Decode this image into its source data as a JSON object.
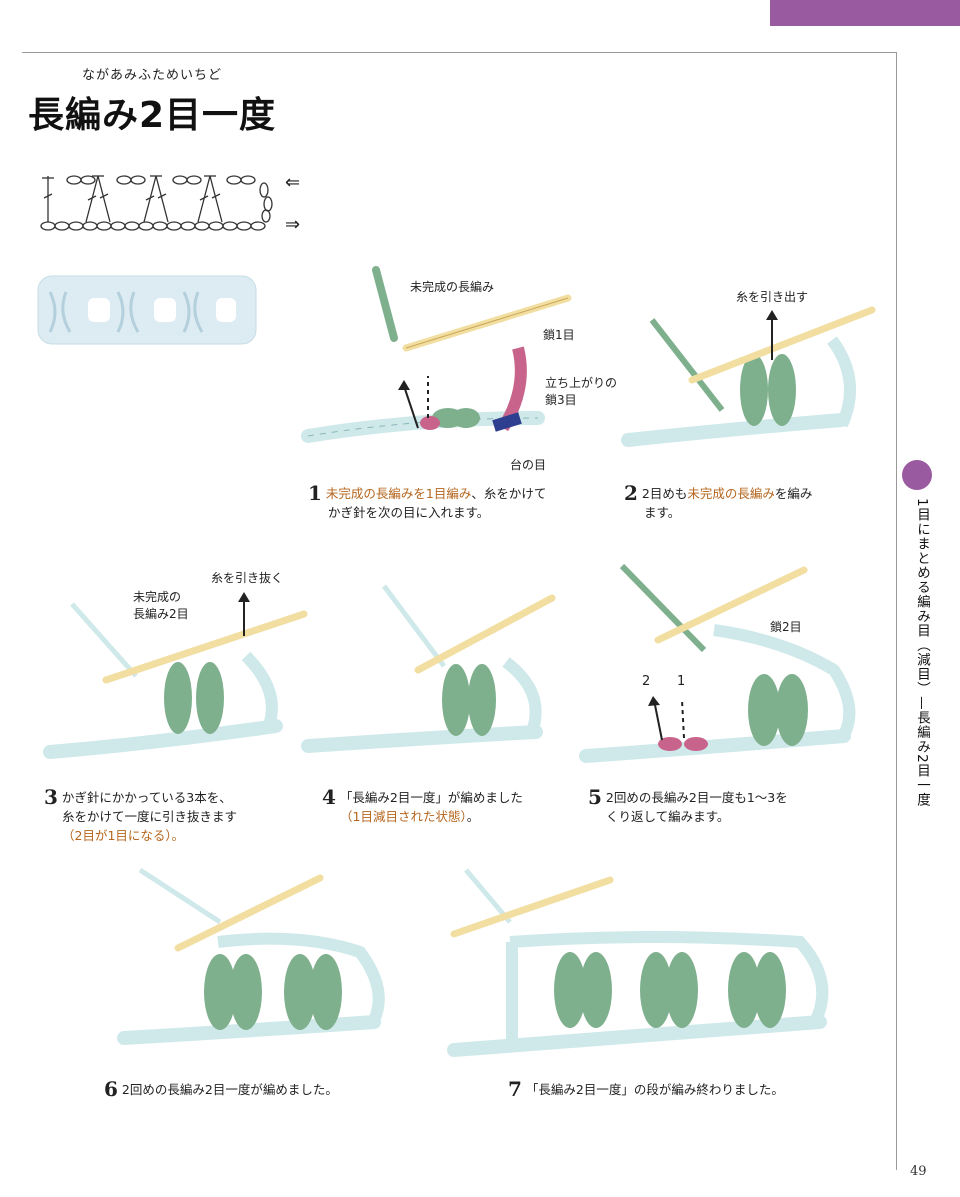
{
  "header": {
    "furigana": "ながあみふためいちど",
    "title": "長編み2目一度"
  },
  "sidebar": {
    "chapter": "1目にまとめる編み目（減目）—長編み2目一度"
  },
  "page_number": "49",
  "arrows": {
    "row_left": "⇐",
    "row_right": "⇒"
  },
  "labels": {
    "step1_unfinished": "未完成の長編み",
    "step1_chain1": "鎖1目",
    "step1_turning": "立ち上がりの",
    "step1_turning2": "鎖3目",
    "step1_base": "台の目",
    "step2_pull": "糸を引き出す",
    "step3_pull": "糸を引き抜く",
    "step3_unfinished": "未完成の",
    "step3_unfinished2": "長編み2目",
    "step5_chain2": "鎖2目",
    "step5_num2": "2",
    "step5_num1": "1"
  },
  "steps": [
    {
      "num": "1",
      "hl": "未完成の長編みを1目編み",
      "text": "、糸をかけて",
      "text2": "かぎ針を次の目に入れます。"
    },
    {
      "num": "2",
      "pre": "2目めも",
      "hl": "未完成の長編み",
      "text": "を編み",
      "text2": "ます。"
    },
    {
      "num": "3",
      "text": "かぎ針にかかっている3本を、",
      "text2": "糸をかけて一度に引き抜きます",
      "hl": "（2目が1目になる）。"
    },
    {
      "num": "4",
      "text": "「長編み2目一度」が編めました",
      "hl": "（1目減目された状態）",
      "text2": "。"
    },
    {
      "num": "5",
      "text": "2回めの長編み2目一度も1〜3を",
      "text2": "くり返して編みます。"
    },
    {
      "num": "6",
      "text": "2回めの長編み2目一度が編めました。"
    },
    {
      "num": "7",
      "text": "「長編み2目一度」の段が編み終わりました。"
    }
  ],
  "colors": {
    "accent": "#9a5aa0",
    "highlight": "#b5651d",
    "stitch_green": "#7fb08e",
    "chain_blue": "#cfe9ea",
    "hook": "#f2dea0",
    "pink": "#c8648c",
    "navy": "#2e3f8f"
  }
}
